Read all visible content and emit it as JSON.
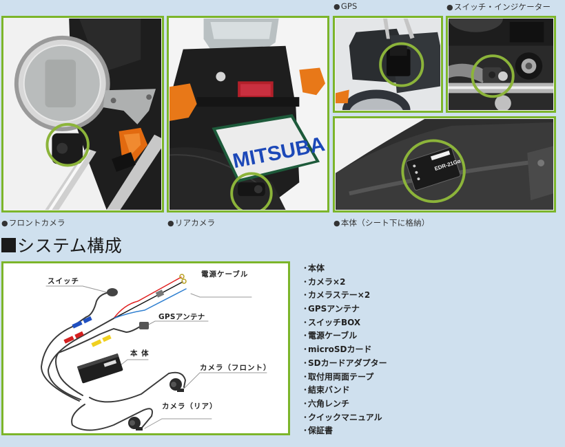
{
  "photos": [
    {
      "id": "front-camera",
      "caption": "フロントカメラ",
      "bullet": "●"
    },
    {
      "id": "rear-camera",
      "caption": "リアカメラ",
      "bullet": "●",
      "plate_text": "MITSUBA"
    },
    {
      "id": "gps",
      "caption": "GPS",
      "bullet": "●"
    },
    {
      "id": "switch-indicator",
      "caption": "スイッチ・インジケーター",
      "bullet": "●"
    },
    {
      "id": "main-unit",
      "caption": "本体（シート下に格納）",
      "bullet": "●",
      "device_label": "EDR-21Gα"
    }
  ],
  "section": {
    "heading": "システム構成"
  },
  "diagram": {
    "labels": {
      "switch": "スイッチ",
      "power_cable": "電源ケーブル",
      "gps_antenna": "GPSアンテナ",
      "main_unit": "本 体",
      "camera_front": "カメラ（フロント）",
      "camera_rear": "カメラ（リア）"
    },
    "colors": {
      "cable": "#3a3a3a",
      "red_wire": "#e02020",
      "black_wire": "#111111",
      "blue_wire": "#2f7fd0",
      "red_connector": "#d42020",
      "blue_connector": "#2050c0",
      "yellow_connector": "#f0d020"
    }
  },
  "parts_list": {
    "bullet": "･",
    "items": [
      "本体",
      "カメラ×2",
      "カメラステー×2",
      "GPSアンテナ",
      "スイッチBOX",
      "電源ケーブル",
      "microSDカード",
      "SDカードアダプター",
      "取付用両面テープ",
      "結束バンド",
      "六角レンチ",
      "クイックマニュアル",
      "保証書"
    ]
  },
  "theme": {
    "background": "#cfe0ee",
    "frame_green": "#7cb52a",
    "highlight_circle": "#8cb43a"
  }
}
